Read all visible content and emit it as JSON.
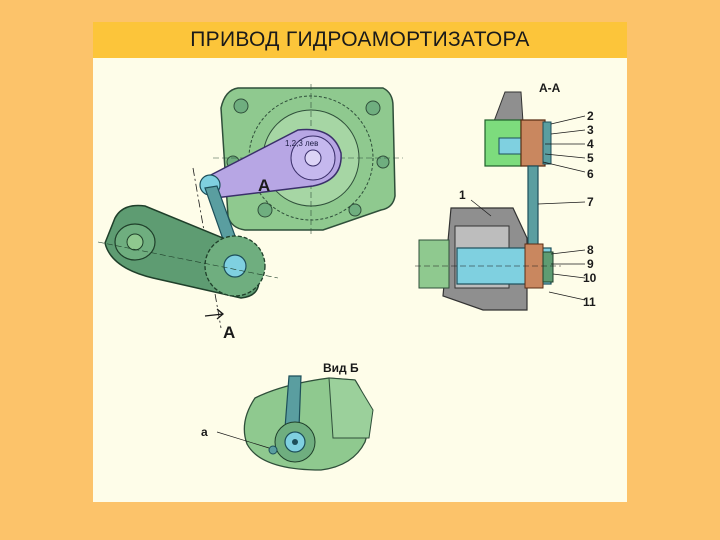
{
  "title": "ПРИВОД ГИДРОАМОРТИЗАТОРА",
  "labels": {
    "lever_label": "1,2,3 лев",
    "section_mark_a_top": "А",
    "section_mark_a_bottom": "А",
    "section_title": "А-А",
    "view_b_title": "Вид Б",
    "detail_a": "а"
  },
  "callouts": [
    "1",
    "2",
    "3",
    "4",
    "5",
    "6",
    "7",
    "8",
    "9",
    "10",
    "11"
  ],
  "colors": {
    "background": "#fcc36a",
    "panel": "#fefde9",
    "title_bar": "#fcc53a",
    "housing_green": "#8fc98f",
    "dark_green": "#5e9c72",
    "lever_violet": "#b7a6e4",
    "shaft_cyan": "#7fd0e0",
    "rod_teal": "#5a9ea0",
    "steel_grey": "#8f8f8f",
    "bright_green": "#7ddc7d"
  }
}
